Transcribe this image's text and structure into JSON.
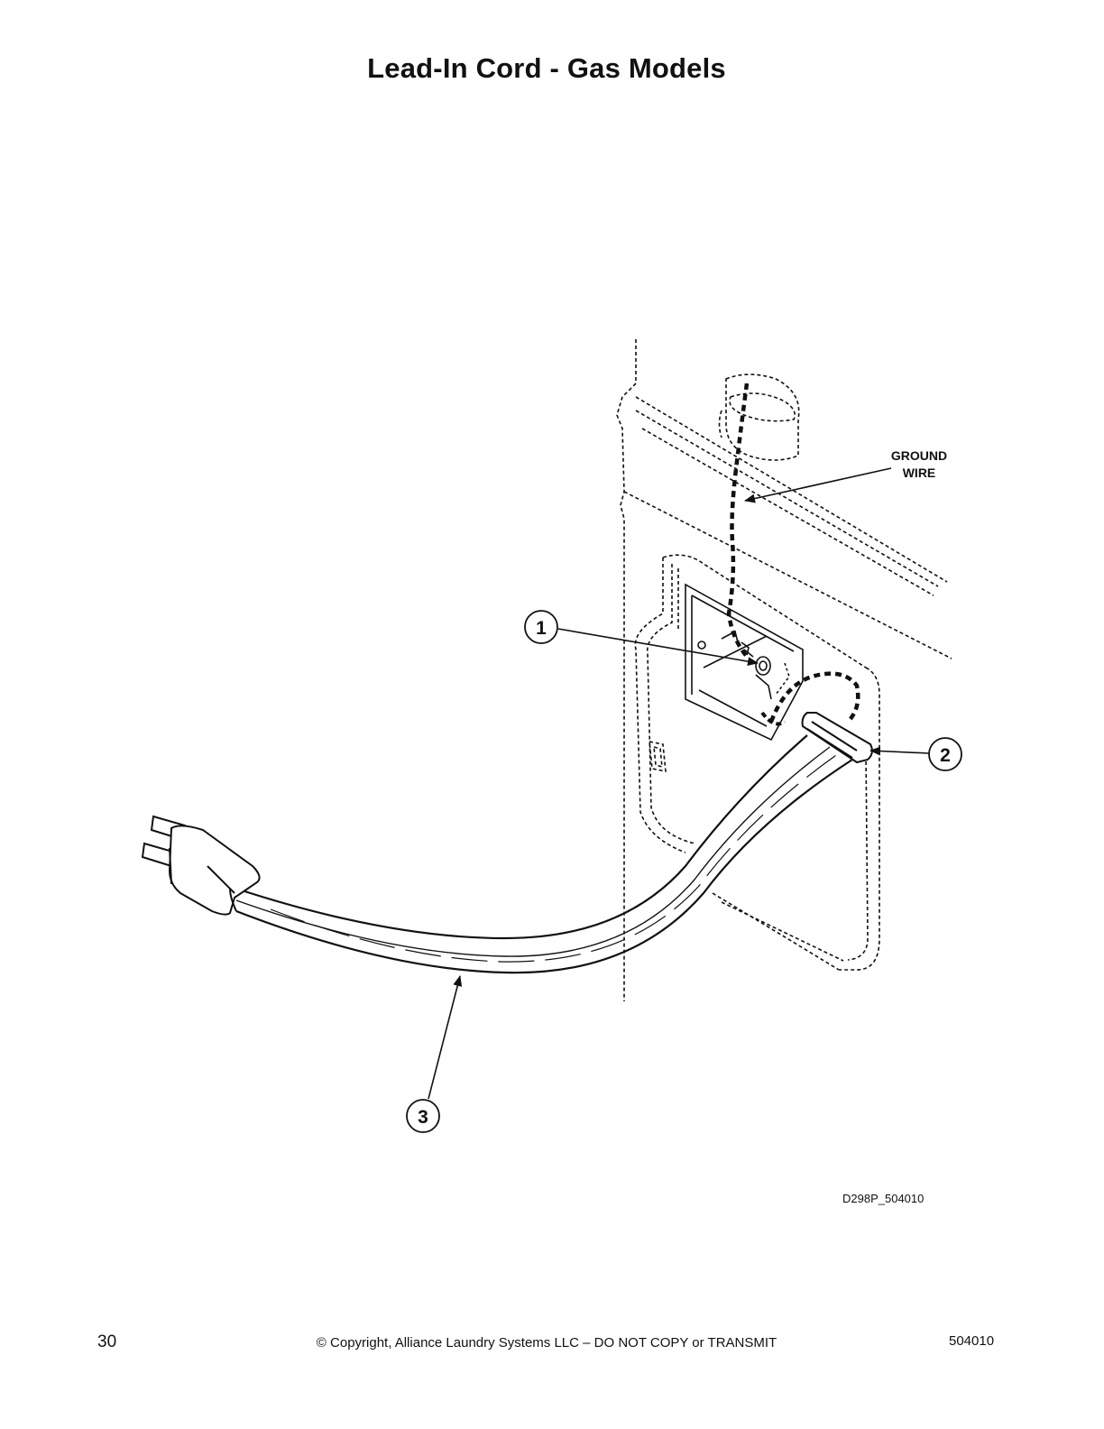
{
  "page": {
    "title": "Lead-In Cord - Gas Models"
  },
  "diagram": {
    "callouts": [
      {
        "label": "1"
      },
      {
        "label": "2"
      },
      {
        "label": "3"
      }
    ],
    "ground_wire_label_line1": "GROUND",
    "ground_wire_label_line2": "WIRE",
    "drawing_id": "D298P_504010"
  },
  "footer": {
    "page_number": "30",
    "copyright": "© Copyright, Alliance Laundry Systems LLC – DO NOT COPY or TRANSMIT",
    "document_number": "504010"
  },
  "colors": {
    "ink": "#111111",
    "background": "#ffffff"
  }
}
